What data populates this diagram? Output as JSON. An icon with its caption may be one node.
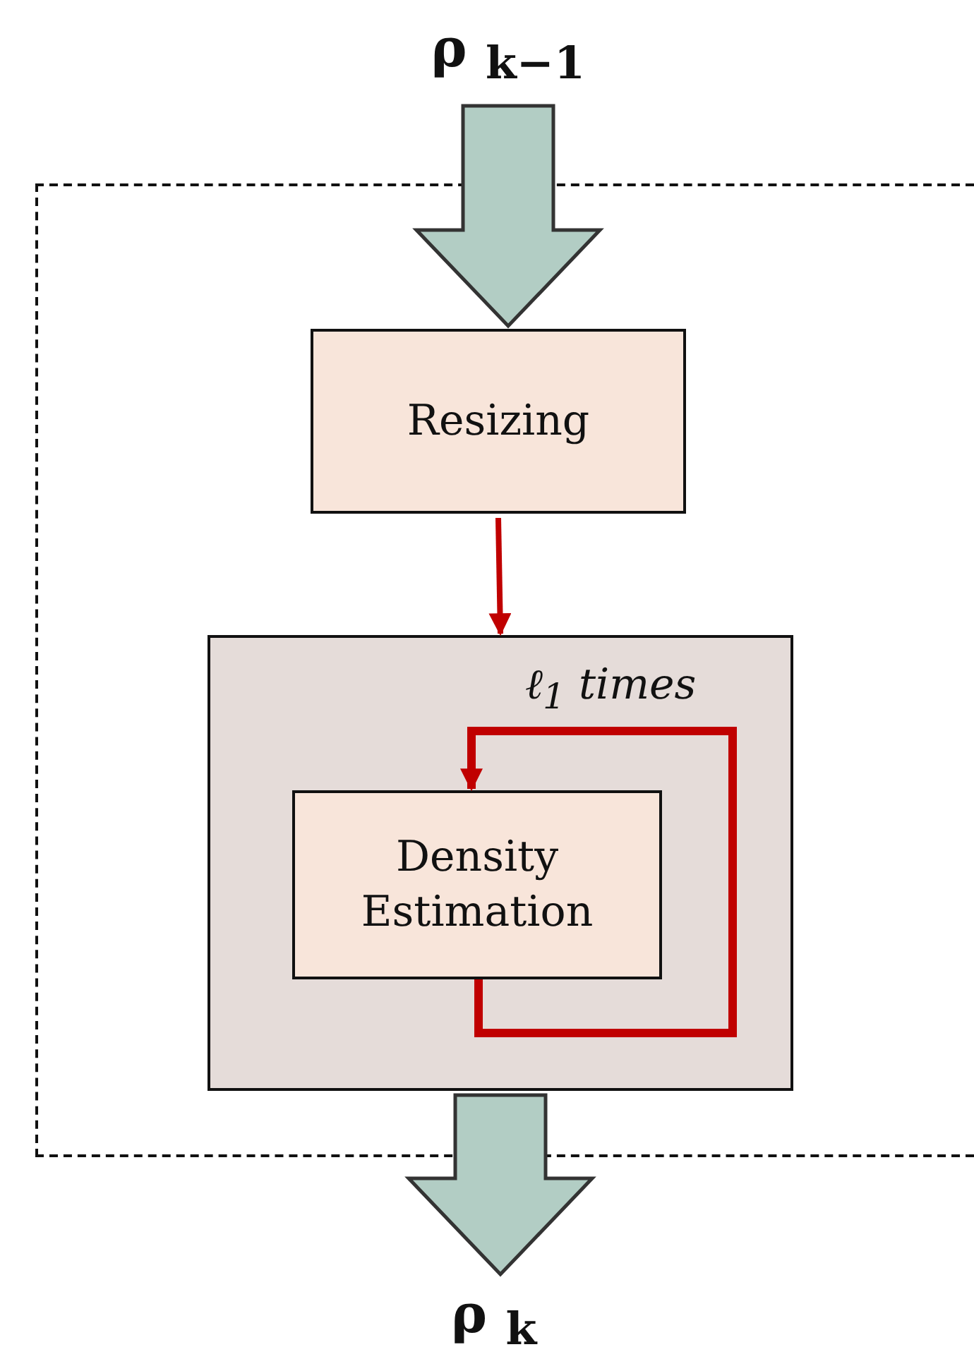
{
  "diagram": {
    "nodes": [
      {
        "text": [],
        "shape": "box"
      },
      {
        "text": [
          "ρ $_{k−1}$"
        ]
      },
      {
        "text": [
          "Resizing"
        ],
        "in": 0
      },
      {
        "text": [],
        "shape": "box",
        "in": 0
      },
      {
        "text": [
          "Density Estimation"
        ],
        "in": 3
      },
      {
        "text": [
          "ρ $_{k}$"
        ]
      }
    ],
    "edges": [
      {
        "from": 1,
        "to": 2,
        "arrow": "to",
        "style": "thick",
        "color": "#b2cdc4"
      },
      {
        "from": 2,
        "to": 3,
        "arrow": "to",
        "color": "#c00000"
      },
      {
        "from": 4,
        "to": 4,
        "arrow": "to",
        "label": "ℓ$_{1}$ times",
        "color": "#c00000"
      },
      {
        "from": 3,
        "to": 5,
        "arrow": "to",
        "style": "thick",
        "color": "#b2cdc4"
      }
    ]
  }
}
